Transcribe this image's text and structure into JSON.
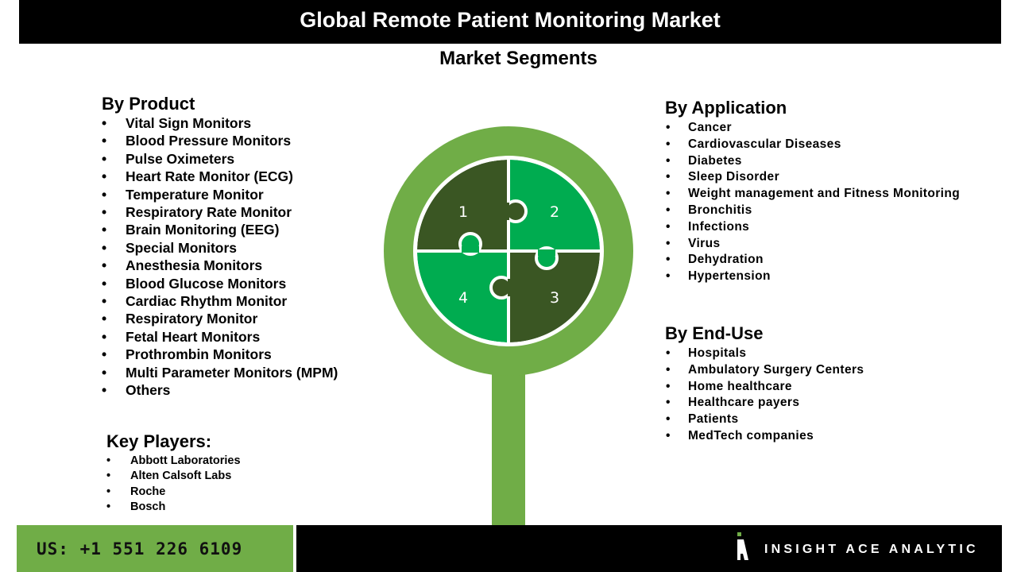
{
  "header": {
    "title": "Global Remote Patient Monitoring Market",
    "subtitle": "Market Segments"
  },
  "product": {
    "heading": "By Product",
    "items": [
      "Vital Sign Monitors",
      "Blood Pressure Monitors",
      "Pulse Oximeters",
      "Heart Rate Monitor (ECG)",
      "Temperature Monitor",
      "Respiratory Rate Monitor",
      "Brain Monitoring (EEG)",
      "Special Monitors",
      "Anesthesia Monitors",
      "Blood Glucose Monitors",
      "Cardiac Rhythm Monitor",
      "Respiratory Monitor",
      "Fetal Heart Monitors",
      "Prothrombin Monitors",
      "Multi Parameter Monitors (MPM)",
      "Others"
    ]
  },
  "key_players": {
    "heading": "Key Players:",
    "items": [
      "Abbott Laboratories",
      "Alten Calsoft Labs",
      "Roche",
      "Bosch"
    ]
  },
  "application": {
    "heading": "By Application",
    "items": [
      "Cancer",
      "Cardiovascular Diseases",
      "Diabetes",
      "Sleep Disorder",
      "Weight management and Fitness Monitoring",
      "Bronchitis",
      "Infections",
      "Virus",
      "Dehydration",
      "Hypertension"
    ]
  },
  "end_use": {
    "heading": "By End-Use",
    "items": [
      "Hospitals",
      "Ambulatory Surgery Centers",
      "Home healthcare",
      "Healthcare payers",
      "Patients",
      "MedTech companies"
    ]
  },
  "puzzle": {
    "labels": [
      "1",
      "2",
      "3",
      "4"
    ]
  },
  "footer": {
    "phone": "US: +1 551 226 6109",
    "brand": "INSIGHT ACE ANALYTIC"
  },
  "colors": {
    "ring": "#70ad47",
    "dark": "#3a5623",
    "bright": "#00ac50"
  }
}
